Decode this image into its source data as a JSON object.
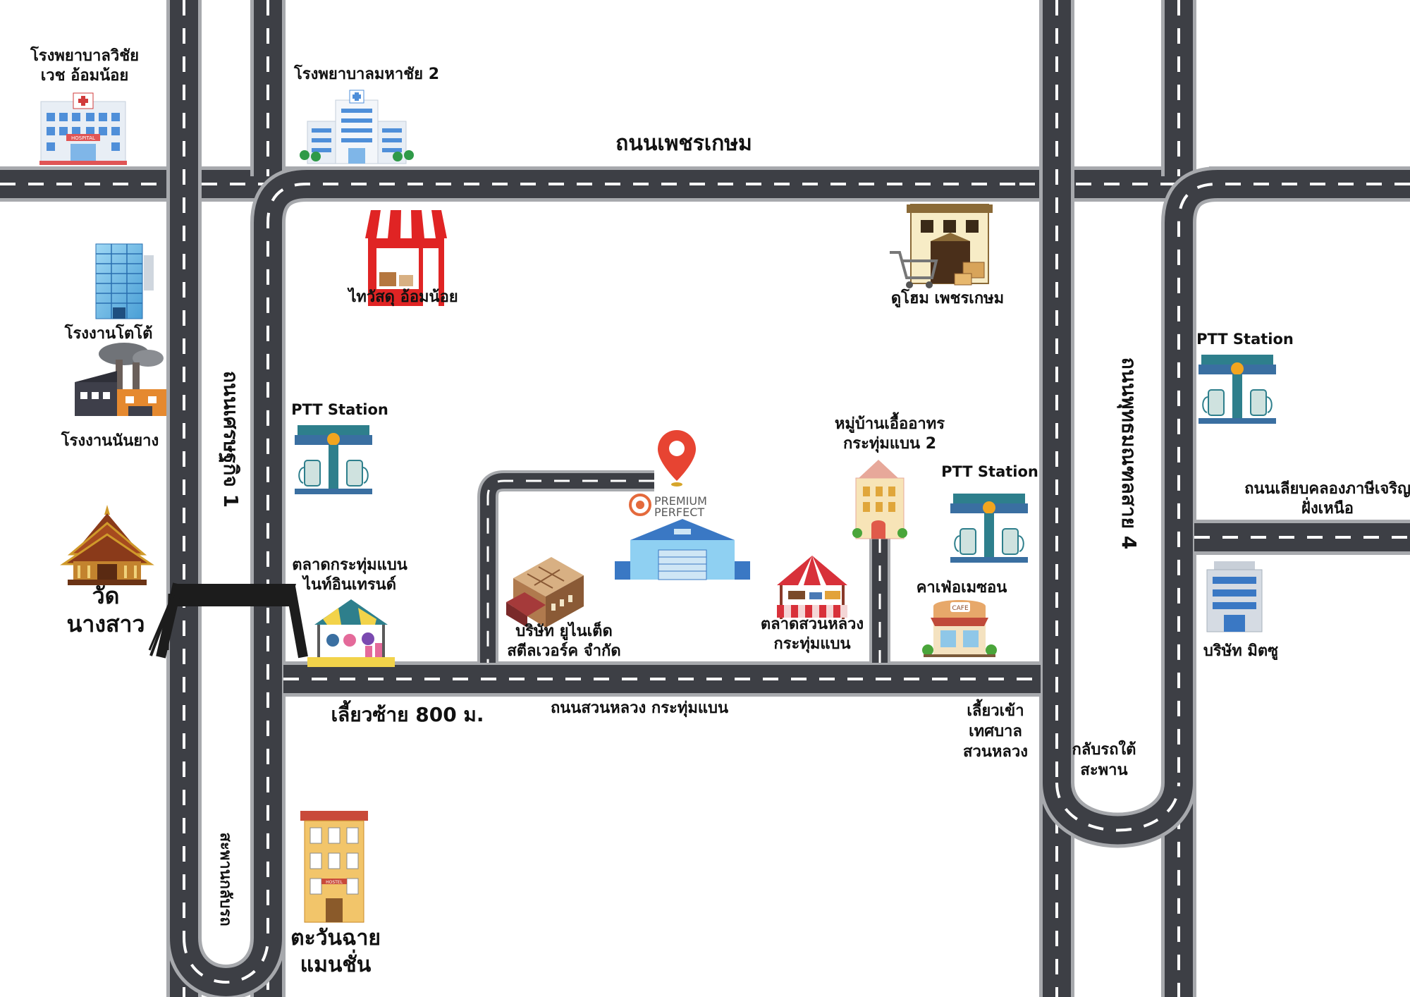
{
  "colors": {
    "road": "#3d3f45",
    "road_edge": "#a7a9ad",
    "lane_marking": "#ffffff",
    "pin": "#e74432",
    "brand_orange": "#e46a3c",
    "station_teal": "#2e7f8c",
    "station_blue": "#3a6fa1",
    "hospital_blue": "#4f8fd9",
    "store_red": "#e02424"
  },
  "roads": {
    "phetkasem": "ถนนเพชรเกษม",
    "setthakit_1": "ถนนเศรษฐกิจ 1",
    "phutthamonthon_sai_4": "ถนนพุทธมณฑลสาย 4",
    "liap_khlong": "ถนนเลียบคลองภาษีเจริญ\nฝั่งเหนือ",
    "suan_luang": "ถนนสวนหลวง กระทุ่มแบน"
  },
  "directions": {
    "turn_left": "เลี้ยวซ้าย 800 ม.",
    "turn_into": "เลี้ยวเข้า\nเทศบาล\nสวนหลวง",
    "u_turn": "กลับรถใต้\nสะพาน",
    "u_turn_bridge": "สะพานกลับรถ"
  },
  "places": [
    {
      "id": "hospital-vichaivej",
      "label": "โรงพยาบาลวิชัย\nเวช อ้อมน้อย",
      "icon": "hospital-icon"
    },
    {
      "id": "hospital-mahachai",
      "label": "โรงพยาบาลมหาชัย 2",
      "icon": "hospital-icon"
    },
    {
      "id": "thaiwatsadu",
      "label": "ไทวัสดุ อ้อมน้อย",
      "icon": "store-icon"
    },
    {
      "id": "dohome",
      "label": "ดูโฮม เพชรเกษม",
      "icon": "warehouse-store-icon"
    },
    {
      "id": "toto-factory",
      "label": "โรงงานโตโต้",
      "icon": "office-building-icon"
    },
    {
      "id": "rubber-factory",
      "label": "โรงงานนันยาง",
      "icon": "factory-icon"
    },
    {
      "id": "wat-nangsao",
      "label": "วัด\nนางสาว",
      "icon": "temple-icon"
    },
    {
      "id": "ptt-1",
      "label": "PTT Station",
      "icon": "gas-station-icon"
    },
    {
      "id": "ptt-2",
      "label": "PTT Station",
      "icon": "gas-station-icon"
    },
    {
      "id": "ptt-3",
      "label": "PTT Station",
      "icon": "gas-station-icon"
    },
    {
      "id": "market-krathum",
      "label": "ตลาดกระทุ่มแบน\nไนท์อินเทรนด์",
      "icon": "market-stall-icon"
    },
    {
      "id": "united-steelworks",
      "label": "บริษัท ยูไนเต็ด\nสตีลเวอร์ค จำกัด",
      "icon": "company-building-icon"
    },
    {
      "id": "premium-perfect",
      "label": "PREMIUM\nPERFECT",
      "icon": "destination-pin-icon"
    },
    {
      "id": "village",
      "label": "หมู่บ้านเอื้ออาทร\nกระทุ่มแบน 2",
      "icon": "apartment-icon"
    },
    {
      "id": "market-suanluang",
      "label": "ตลาดสวนหลวง\nกระทุ่มแบน",
      "icon": "tent-market-icon"
    },
    {
      "id": "cafe",
      "label": "คาเฟ่อเมซอน",
      "icon": "cafe-icon"
    },
    {
      "id": "mitsu",
      "label": "บริษัท มิตซู",
      "icon": "office-building-icon"
    },
    {
      "id": "tawanchai",
      "label": "ตะวันฉาย\nแมนชั่น",
      "icon": "hostel-icon"
    }
  ],
  "icon_text": {
    "hospital_sign": "HOSPITAL",
    "cafe_sign": "CAFE",
    "hostel_sign": "HOSTEL"
  }
}
